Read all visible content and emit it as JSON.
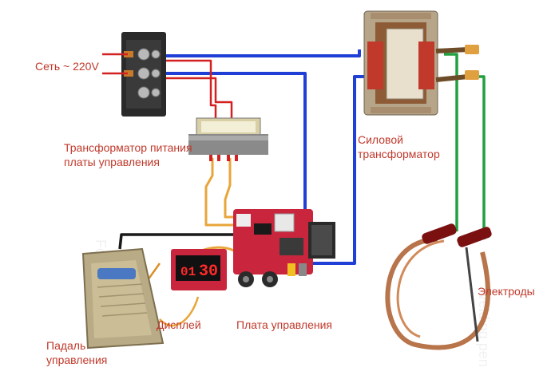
{
  "labels": {
    "mains": "Сеть ~ 220V",
    "control_transformer": "Трансформатор питания\nплаты управления",
    "power_transformer": "Силовой\nтрансформатор",
    "electrodes": "Электроды",
    "display": "Дисплей",
    "control_board": "Плата управления",
    "foot_pedal": "Падаль\nуправления"
  },
  "display": {
    "value": "30",
    "prefix": "01"
  },
  "wire_colors": {
    "mains": "#1f3fd6",
    "control": "#d32020",
    "low_voltage": "#e8a53a",
    "electrode": "#22a040",
    "signal": "#1a1a1a"
  }
}
